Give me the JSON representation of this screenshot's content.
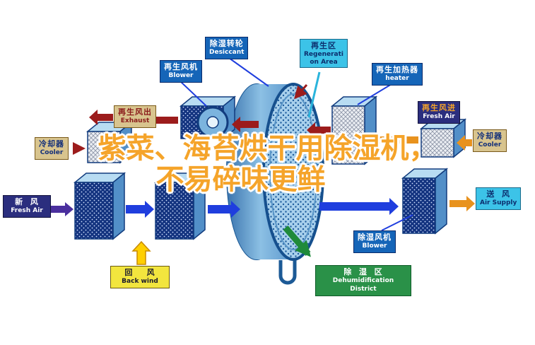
{
  "watermark": {
    "line1": "紫菜、海苔烘干用除湿机，",
    "line2": "不易碎味更鲜"
  },
  "labels": {
    "regen_blower": {
      "zh": "再生风机",
      "en": "Blower"
    },
    "desiccant": {
      "zh": "除湿转轮",
      "en": "Desiccant"
    },
    "regen_area": {
      "zh": "再生区",
      "en": "Regeneration Area"
    },
    "regen_heater": {
      "zh": "再生加热器",
      "en": "heater"
    },
    "exhaust": {
      "zh": "再生风出",
      "en": "Exhaust"
    },
    "fresh_air_regen": {
      "zh": "再生风进",
      "en": "Fresh Air"
    },
    "cooler_left": {
      "zh": "冷却器",
      "en": "Cooler"
    },
    "cooler_right": {
      "zh": "冷却器",
      "en": "Cooler"
    },
    "fresh_air": {
      "zh": "新  风",
      "en": "Fresh Air"
    },
    "back_wind": {
      "zh": "回    风",
      "en": "Back wind"
    },
    "air_supply": {
      "zh": "送  风",
      "en": "Air Supply"
    },
    "dehum_blower": {
      "zh": "除湿风机",
      "en": "Blower"
    },
    "dehum_district": {
      "zh": "除  湿  区",
      "en": "Dehumidification",
      "en2": "District"
    }
  },
  "colors": {
    "process_arrow": "#1f3ede",
    "regen_arrow_hot": "#9c1c1c",
    "regen_arrow_in": "#e8921e",
    "fresh_arrow": "#4a2f9e",
    "return_arrow": "#ffcf00",
    "dehum_zone_arrow": "#1f8a3a",
    "label_blue": "#1565b8",
    "label_cyan": "#3cc3e8",
    "label_tan": "#d8c48e",
    "label_navy": "#2b2e7e",
    "label_yellow": "#f2e53e",
    "label_green": "#2a9148"
  }
}
